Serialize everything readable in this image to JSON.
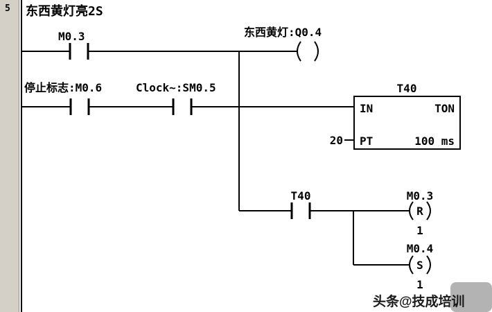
{
  "colors": {
    "title_green": "#008000",
    "operand_olive": "#8f8f00",
    "margin_gray": "#d4d0c8",
    "watermark_gray": "#b3b3b3"
  },
  "network": {
    "number": "5",
    "title": "东西黄灯亮2S"
  },
  "rung1": {
    "contact_label": "M0.3",
    "coil_label": "东西黄灯:Q0.4"
  },
  "rung2": {
    "contact1_label": "停止标志:M0.6",
    "contact2_label": "Clock~:SM0.5",
    "timer": {
      "name": "T40",
      "in_label": "IN",
      "type_label": "TON",
      "pt_label": "PT",
      "pt_value": "20",
      "time_base": "100 ms"
    }
  },
  "rung3": {
    "contact_label": "T40",
    "reset_coil": {
      "operand": "M0.3",
      "symbol": "R",
      "count": "1"
    },
    "set_coil": {
      "operand": "M0.4",
      "symbol": "S",
      "count": "1"
    }
  },
  "watermark": {
    "text": "头条@技成培训"
  }
}
